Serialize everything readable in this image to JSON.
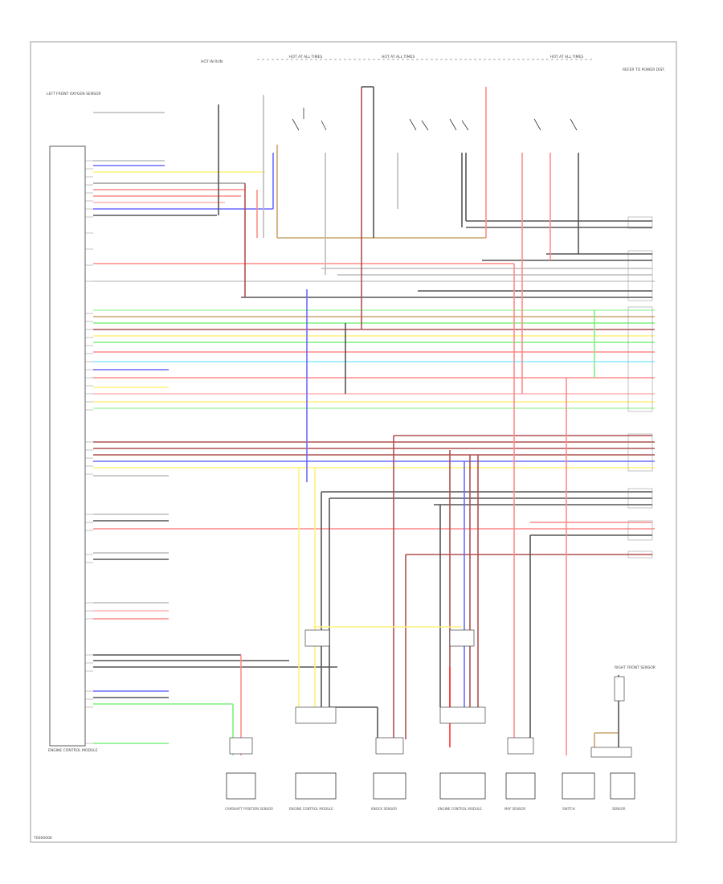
{
  "labels": {
    "diagram_id": "T0000000",
    "top_left_sensor": "LEFT FRONT OXYGEN SENSOR",
    "top_block_a": "HOT IN RUN",
    "top_block_b": "HOT AT ALL TIMES",
    "top_block_c": "HOT AT ALL TIMES",
    "top_block_d": "HOT AT ALL TIMES",
    "top_right_note": "REFER TO POWER DIST.",
    "ecm_label": "ENGINE CONTROL MODULE",
    "right_front_sensor": "RIGHT FRONT SENSOR",
    "bottom_1": "CAMSHAFT POSITION SENSOR",
    "bottom_2": "ENGINE CONTROL MODULE",
    "bottom_3": "KNOCK SENSOR",
    "bottom_4": "ENGINE CONTROL MODULE",
    "bottom_5": "MAF SENSOR",
    "bottom_6": "SWITCH",
    "bottom_7": "SENSOR"
  },
  "colors": {
    "red": "#ff8a8a",
    "pink": "#ffb0b0",
    "blue": "#6a6aff",
    "yellow": "#fff27a",
    "green": "#7ef07e",
    "lightgreen": "#a8f5a8",
    "cyan": "#8ae8ff",
    "brown": "#c9a36b",
    "gray": "#9a9a9a",
    "darkgray": "#555555",
    "darkred": "#b05050"
  }
}
